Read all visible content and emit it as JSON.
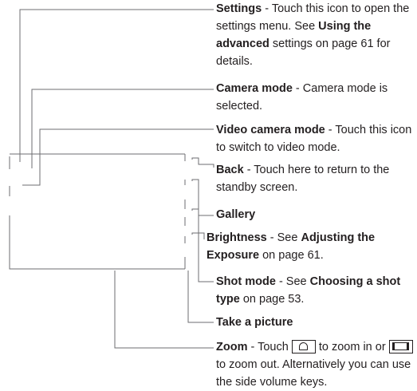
{
  "callouts": [
    {
      "id": "settings",
      "term": "Settings",
      "parts": [
        " - Touch this icon to open the settings menu. See ",
        "Using the advanced",
        " settings on page 61 for details."
      ]
    },
    {
      "id": "camera-mode",
      "term": "Camera mode",
      "parts": [
        " - Camera mode is selected."
      ]
    },
    {
      "id": "video-mode",
      "term": "Video camera mode",
      "parts": [
        " - Touch this icon to switch to video mode."
      ]
    },
    {
      "id": "back",
      "term": "Back",
      "parts": [
        " - Touch here to return to the standby screen."
      ]
    },
    {
      "id": "gallery",
      "term": "Gallery",
      "parts": []
    },
    {
      "id": "brightness",
      "term": "Brightness",
      "parts": [
        " - See ",
        "Adjusting the Exposure",
        " on page 61."
      ]
    },
    {
      "id": "shot-mode",
      "term": "Shot mode",
      "parts": [
        " - See ",
        "Choosing a shot type",
        " on page 53."
      ]
    },
    {
      "id": "take-picture",
      "term": "Take a picture",
      "parts": []
    },
    {
      "id": "zoom",
      "term": "Zoom",
      "parts": [
        " - Touch ",
        " to zoom in or ",
        " to zoom out. Alternatively you can use the side volume keys."
      ],
      "icons": [
        "zoom-in-icon",
        "zoom-out-icon"
      ]
    }
  ]
}
